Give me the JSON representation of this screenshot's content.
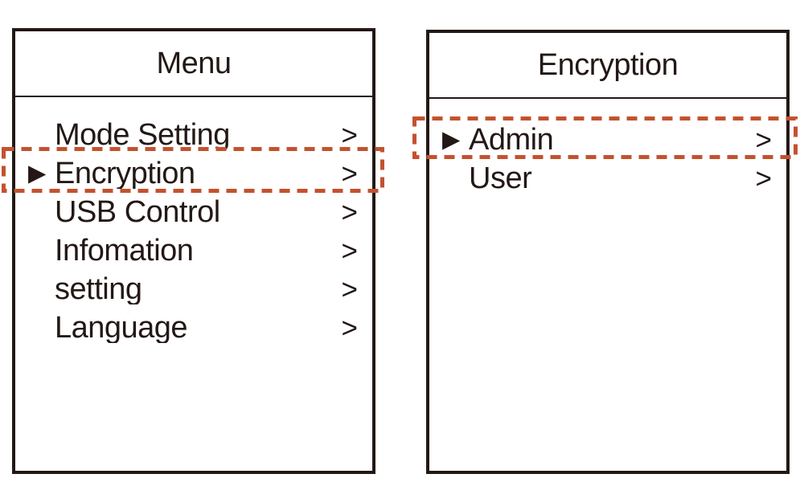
{
  "colors": {
    "ink": "#231815",
    "highlight": "#c3522e",
    "background": "#ffffff"
  },
  "glyphs": {
    "selection_marker": "▶",
    "submenu_arrow": ">"
  },
  "panels": [
    {
      "title": "Menu",
      "items": [
        {
          "label": "Mode Setting",
          "selected": false
        },
        {
          "label": "Encryption",
          "selected": true,
          "highlighted": true
        },
        {
          "label": "USB Control",
          "selected": false
        },
        {
          "label": "Infomation",
          "selected": false
        },
        {
          "label": "setting",
          "selected": false
        },
        {
          "label": "Language",
          "selected": false
        }
      ]
    },
    {
      "title": "Encryption",
      "items": [
        {
          "label": "Admin",
          "selected": true,
          "highlighted": true
        },
        {
          "label": "User",
          "selected": false
        }
      ]
    }
  ]
}
